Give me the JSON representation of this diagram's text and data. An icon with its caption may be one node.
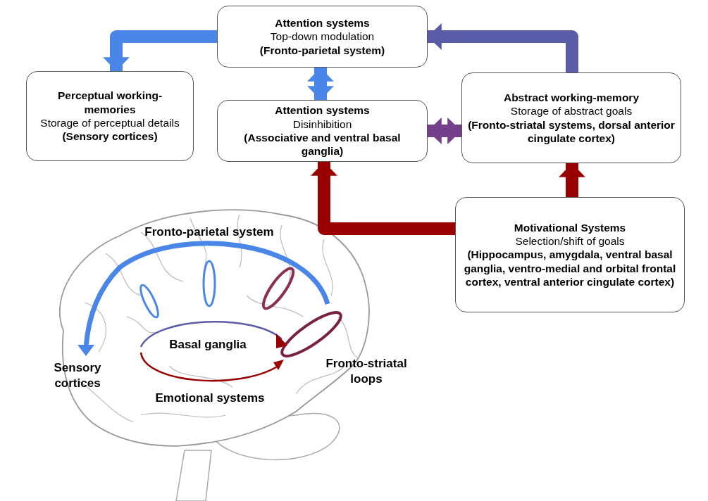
{
  "diagram": {
    "nodes": [
      {
        "text": [
          "Attention systems",
          "Top-down modulation",
          "(Fronto-parietal system)"
        ]
      },
      {
        "text": [
          "Perceptual working-memories",
          "Storage of perceptual details",
          "(Sensory cortices)"
        ]
      },
      {
        "text": [
          "Attention systems",
          "Disinhibition",
          "(Associative and ventral basal ganglia)"
        ]
      },
      {
        "text": [
          "Abstract working-memory",
          "Storage of abstract goals",
          "(Fronto-striatal systems, dorsal anterior cingulate cortex)"
        ]
      },
      {
        "text": [
          "Motivational Systems",
          "Selection/shift of goals",
          "(Hippocampus, amygdala, ventral basal ganglia, ventro-medial and orbital frontal cortex, ventral anterior cingulate cortex)"
        ]
      }
    ],
    "edges": [
      {
        "from": 0,
        "to": 1,
        "arrow": "to",
        "color": "#4a86e8"
      },
      {
        "from": 0,
        "to": 2,
        "arrow": "both",
        "color": "#4a86e8"
      },
      {
        "from": 3,
        "to": 0,
        "arrow": "to",
        "color": "#5a5ca8"
      },
      {
        "from": 2,
        "to": 3,
        "arrow": "both",
        "color": "#74408c"
      },
      {
        "from": 4,
        "to": 2,
        "arrow": "to",
        "color": "#990000"
      },
      {
        "from": 4,
        "to": 3,
        "arrow": "to",
        "color": "#990000"
      }
    ],
    "labels": [
      "Fronto-parietal system",
      "Basal ganglia",
      "Sensory cortices",
      "Fronto-striatal loops",
      "Emotional systems"
    ]
  }
}
